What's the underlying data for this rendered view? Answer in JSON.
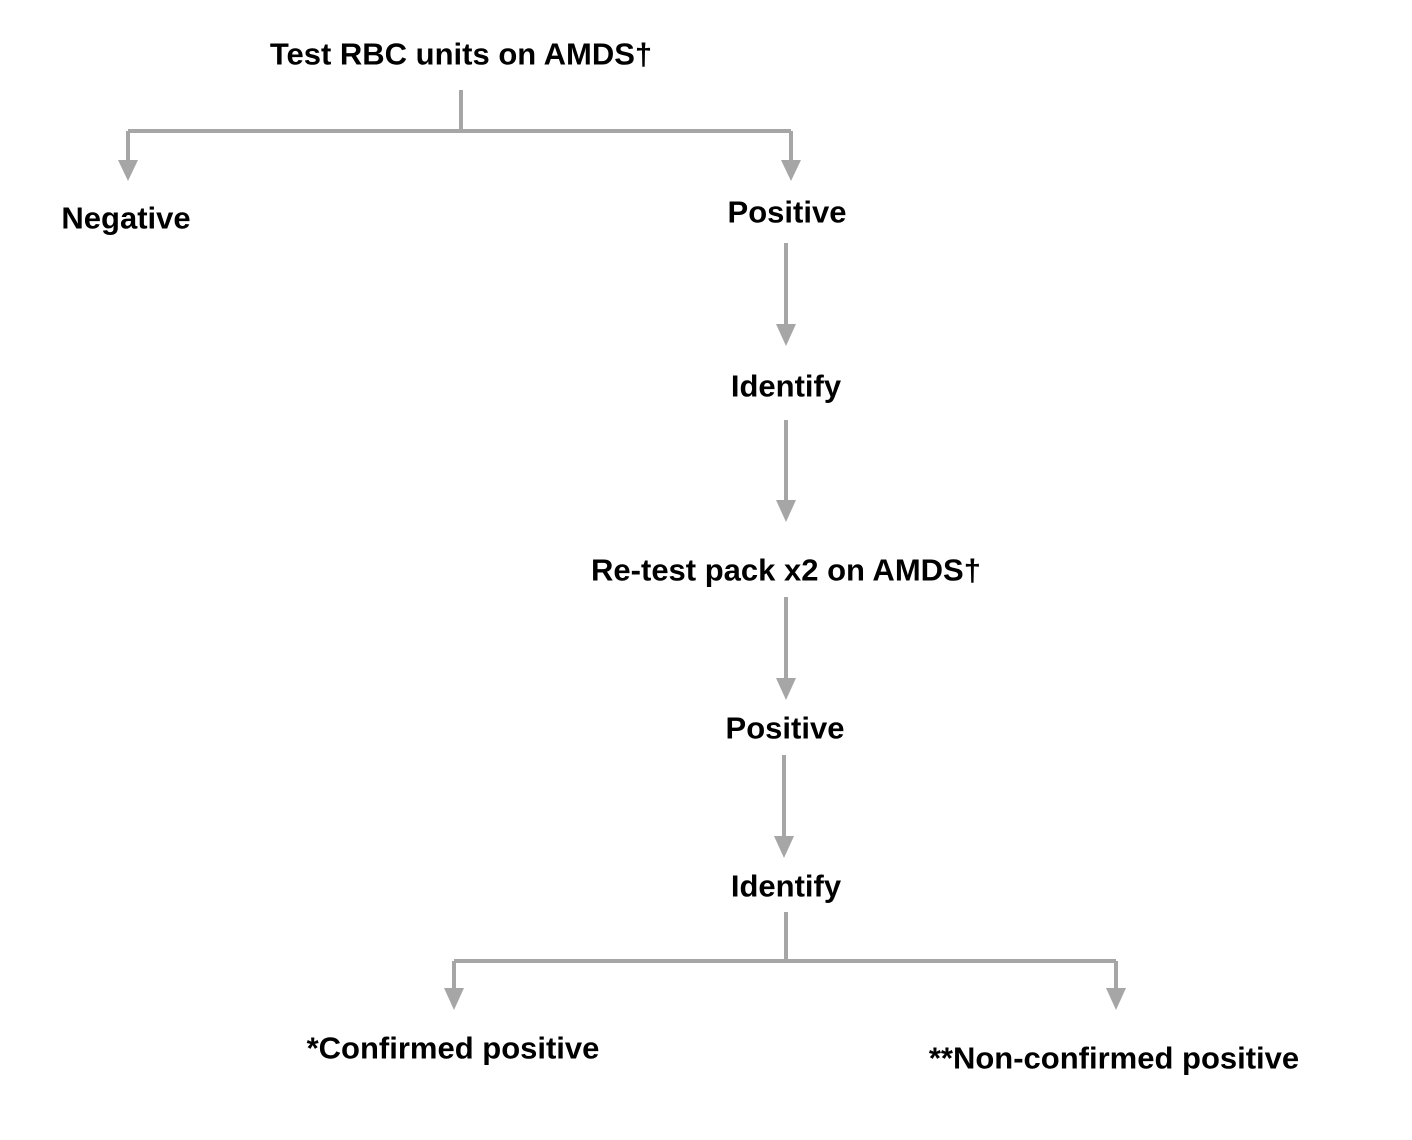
{
  "diagram": {
    "line_color": "#a6a6a6",
    "text_color": "#000000",
    "nodes": {
      "start": "Test RBC units on AMDS†",
      "negative": "Negative",
      "positive_1": "Positive",
      "identify_1": "Identify",
      "retest": "Re-test pack x2 on AMDS†",
      "positive_2": "Positive",
      "identify_2": "Identify",
      "confirmed": "*Confirmed positive",
      "non_confirmed": "**Non-confirmed positive"
    },
    "edges": [
      {
        "from": "start",
        "to": "negative"
      },
      {
        "from": "start",
        "to": "positive_1"
      },
      {
        "from": "positive_1",
        "to": "identify_1"
      },
      {
        "from": "identify_1",
        "to": "retest"
      },
      {
        "from": "retest",
        "to": "positive_2"
      },
      {
        "from": "positive_2",
        "to": "identify_2"
      },
      {
        "from": "identify_2",
        "to": "confirmed"
      },
      {
        "from": "identify_2",
        "to": "non_confirmed"
      }
    ]
  }
}
